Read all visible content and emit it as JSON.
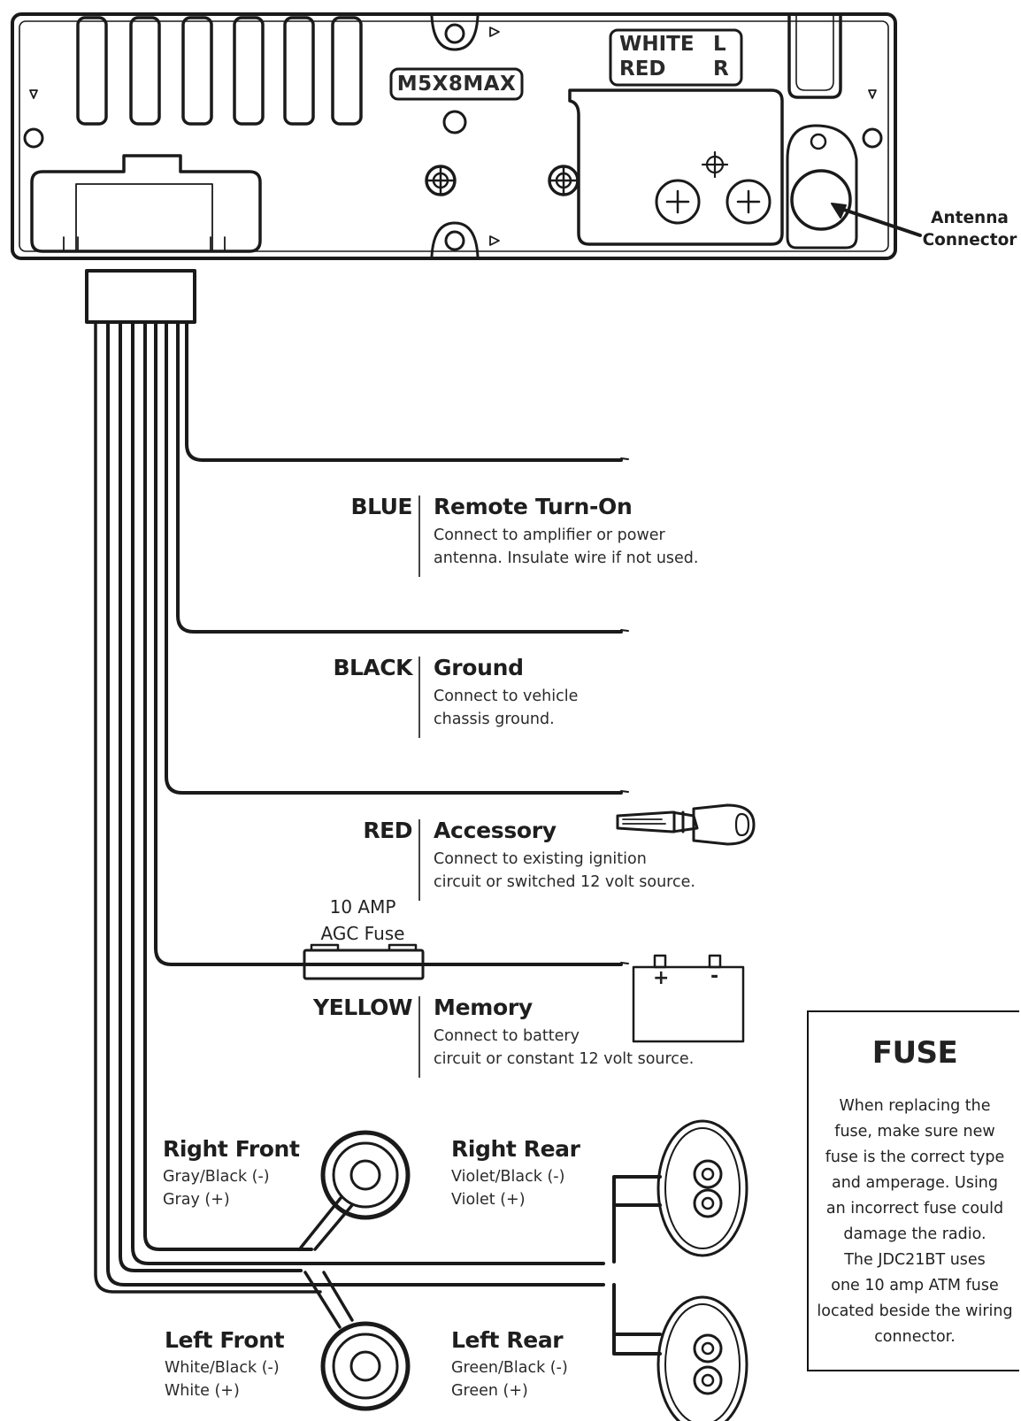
{
  "unit": {
    "screw_label": "M5X8MAX",
    "rca_labels": {
      "white": "WHITE",
      "red": "RED",
      "left": "L",
      "right": "R"
    },
    "antenna_label_line1": "Antenna",
    "antenna_label_line2": "Connector"
  },
  "wires": [
    {
      "color": "BLUE",
      "function": "Remote Turn-On",
      "description": [
        "Connect to amplifier or power",
        "antenna. Insulate wire if not used."
      ]
    },
    {
      "color": "BLACK",
      "function": "Ground",
      "description": [
        "Connect to vehicle",
        "chassis ground."
      ]
    },
    {
      "color": "RED",
      "function": "Accessory",
      "description": [
        "Connect to existing ignition",
        "circuit or switched 12 volt source."
      ]
    },
    {
      "color": "YELLOW",
      "function": "Memory",
      "description": [
        "Connect to battery",
        "circuit or constant 12 volt source."
      ]
    }
  ],
  "inline_fuse": {
    "line1": "10 AMP",
    "line2": "AGC Fuse"
  },
  "battery": {
    "plus": "+",
    "minus": "-"
  },
  "speakers": {
    "right_front": {
      "name": "Right Front",
      "neg": "Gray/Black (-)",
      "pos": "Gray (+)"
    },
    "right_rear": {
      "name": "Right Rear",
      "neg": "Violet/Black (-)",
      "pos": "Violet (+)"
    },
    "left_front": {
      "name": "Left Front",
      "neg": "White/Black (-)",
      "pos": "White (+)"
    },
    "left_rear": {
      "name": "Left Rear",
      "neg": "Green/Black (-)",
      "pos": "Green (+)"
    }
  },
  "fuse_box": {
    "title": "FUSE",
    "lines": [
      "When replacing the",
      "fuse, make sure new",
      "fuse is the correct type",
      "and amperage. Using",
      "an incorrect fuse could",
      "damage the radio.",
      "The JDC21BT uses",
      "one 10 amp ATM fuse",
      "located beside the wiring",
      "connector."
    ]
  },
  "colors": {
    "line": "#1a1a1a",
    "background": "#ffffff",
    "text": "#222222"
  }
}
